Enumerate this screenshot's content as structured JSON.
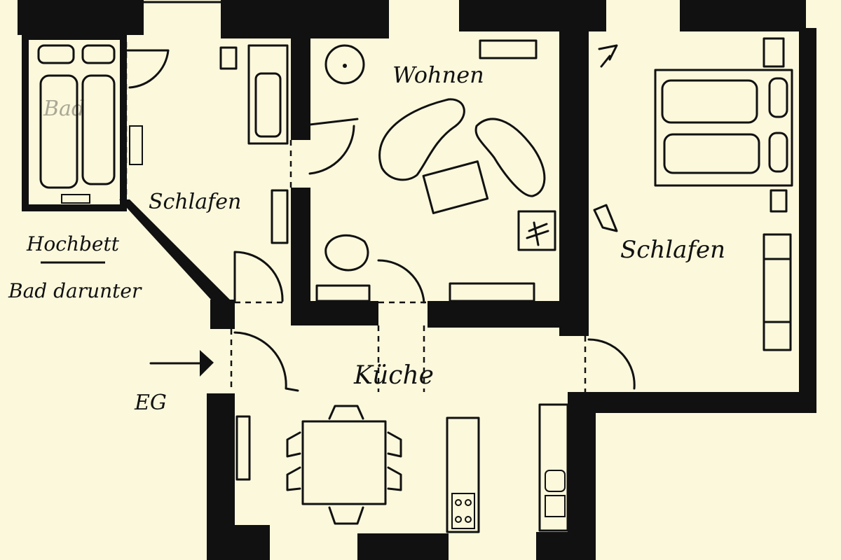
{
  "plan": {
    "rooms": {
      "bad": "Bad",
      "schlafen_left": "Schlafen",
      "wohnen": "Wohnen",
      "schlafen_right": "Schlafen",
      "kueche": "Küche"
    },
    "notes": {
      "hochbett": "Hochbett",
      "bad_darunter": "Bad darunter",
      "entrance": "EG"
    },
    "colors": {
      "paper": "#fbf8dc",
      "ink": "#111111"
    }
  }
}
